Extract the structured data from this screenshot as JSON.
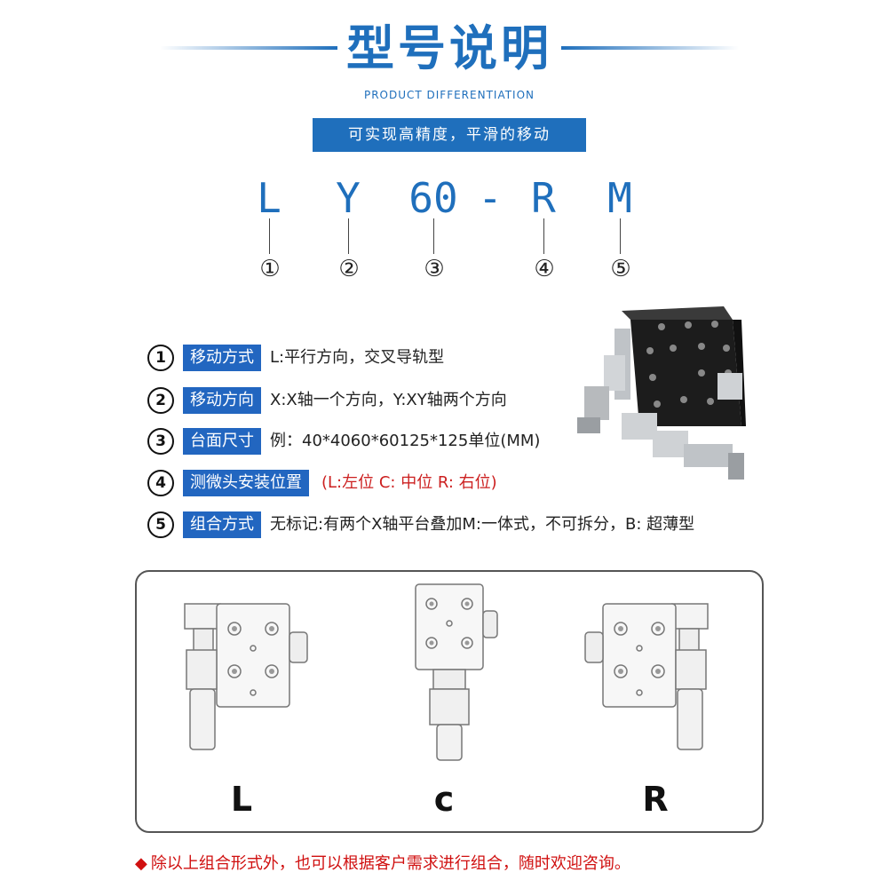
{
  "header": {
    "title": "型号说明",
    "subtitle": "PRODUCT DIFFERENTIATION",
    "banner": "可实现高精度，平滑的移动"
  },
  "model_code": {
    "parts": [
      "L",
      "Y",
      "60",
      "-",
      "R",
      "M"
    ],
    "markers": [
      "①",
      "②",
      "③",
      "④",
      "⑤"
    ]
  },
  "specs": [
    {
      "num": "1",
      "tag": "移动方式",
      "desc": "L:平行方向，交叉导轨型"
    },
    {
      "num": "2",
      "tag": "移动方向",
      "desc": "X:X轴一个方向，Y:XY轴两个方向"
    },
    {
      "num": "3",
      "tag": "台面尺寸",
      "desc": "例：40*4060*60125*125单位(MM)"
    },
    {
      "num": "4",
      "tag": "测微头安装位置",
      "desc": "(L:左位 C: 中位 R: 右位)"
    },
    {
      "num": "5",
      "tag": "组合方式",
      "desc": "无标记:有两个X轴平台叠加M:一体式，不可拆分，B: 超薄型"
    }
  ],
  "diagrams": [
    "L",
    "c",
    "R"
  ],
  "footnote": {
    "icon": "diamond-icon",
    "text": "除以上组合形式外，也可以根据客户需求进行组合，随时欢迎咨询。"
  },
  "colors": {
    "accent": "#1f6fbc",
    "tag_bg": "#2266c0",
    "warning": "#d01010"
  }
}
